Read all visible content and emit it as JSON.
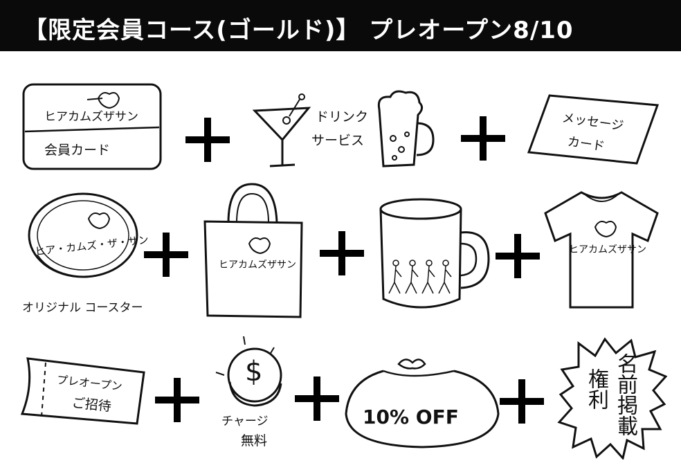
{
  "banner": {
    "title": "【限定会員コース(ゴールド)】 プレオープン8/10"
  },
  "items": {
    "member_card": {
      "brand": "ヒアカムズザサン",
      "label": "会員カード"
    },
    "drink": {
      "label_line1": "ドリンク",
      "label_line2": "サービス"
    },
    "message_card": {
      "label_line1": "メッセージ",
      "label_line2": "カード"
    },
    "coaster": {
      "brand": "ヒア・カムズ・ザ・サン",
      "label": "オリジナル コースター"
    },
    "tote_bag": {
      "brand": "ヒアカムズザサン"
    },
    "mug": {},
    "tshirt": {
      "brand": "ヒアカムズザサン"
    },
    "invite_ticket": {
      "label_line1": "プレオープン",
      "label_line2": "ご招待"
    },
    "charge_free": {
      "symbol": "$",
      "label_line1": "チャージ",
      "label_line2": "無料"
    },
    "purse": {
      "label": "10% OFF"
    },
    "name_listing": {
      "col_right": "名前掲載",
      "col_left": "権利"
    }
  }
}
